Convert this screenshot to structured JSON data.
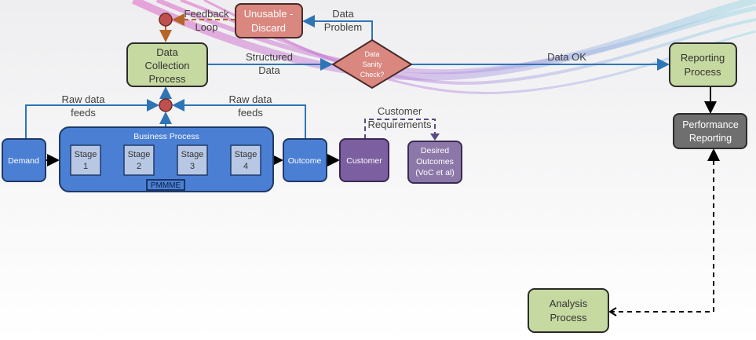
{
  "colors": {
    "flow_line": "#2e75b6",
    "blue_box": "#4a7fd4",
    "green_box": "#c6d9a0",
    "red_box": "#d9877f",
    "purple_box": "#7b5fa0",
    "purple_light": "#8c78a8",
    "gray_box": "#6f6f6f",
    "feedback": "#b5652a",
    "junction": "#c0504d"
  },
  "nodes": {
    "demand": "Demand",
    "business_process": "Business Process",
    "stages": [
      {
        "line1": "Stage",
        "line2": "1"
      },
      {
        "line1": "Stage",
        "line2": "2"
      },
      {
        "line1": "Stage",
        "line2": "3"
      },
      {
        "line1": "Stage",
        "line2": "4"
      }
    ],
    "pmmme": "PMMME",
    "outcome": "Outcome",
    "customer": "Customer",
    "desired_outcomes": [
      "Desired",
      "Outcomes",
      "(VoC et al)"
    ],
    "data_collection": [
      "Data",
      "Collection",
      "Process"
    ],
    "unusable": [
      "Unusable -",
      "Discard"
    ],
    "sanity_check": [
      "Data",
      "Sanity",
      "Check?"
    ],
    "reporting": [
      "Reporting",
      "Process"
    ],
    "performance_reporting": [
      "Performance",
      "Reporting"
    ],
    "analysis": [
      "Analysis",
      "Process"
    ]
  },
  "edge_labels": {
    "feedback_loop": [
      "Feedback",
      "Loop"
    ],
    "data_problem": [
      "Data",
      "Problem"
    ],
    "structured_data": [
      "Structured",
      "Data"
    ],
    "data_ok": "Data OK",
    "raw_feeds_left": [
      "Raw data",
      "feeds"
    ],
    "raw_feeds_right": [
      "Raw data",
      "feeds"
    ],
    "customer_requirements": [
      "Customer",
      "Requirements"
    ]
  }
}
